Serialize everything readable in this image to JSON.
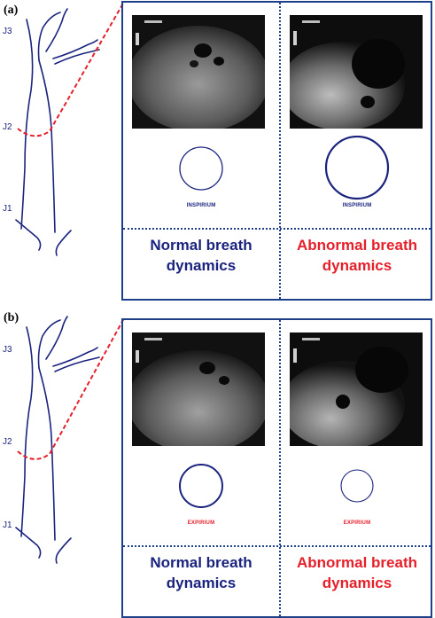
{
  "panels": [
    {
      "id": "a",
      "label": "(a)",
      "vein_labels": [
        "J3",
        "J2",
        "J1"
      ],
      "left_column": {
        "phase_label": "INSPIRIUM",
        "caption_line1": "Normal breath",
        "caption_line2": "dynamics"
      },
      "right_column": {
        "phase_label": "INSPIRIUM",
        "caption_line1": "Abnormal breath",
        "caption_line2": "dynamics"
      }
    },
    {
      "id": "b",
      "label": "(b)",
      "vein_labels": [
        "J3",
        "J2",
        "J1"
      ],
      "left_column": {
        "phase_label": "EXPIRIUM",
        "caption_line1": "Normal breath",
        "caption_line2": "dynamics"
      },
      "right_column": {
        "phase_label": "EXPIRIUM",
        "caption_line1": "Abnormal breath",
        "caption_line2": "dynamics"
      }
    }
  ],
  "colors": {
    "vein": "#1a237e",
    "frame": "#1e3f8a",
    "cross_section_dashed": "#e5202b",
    "normal_caption": "#1a237e",
    "abnormal_caption": "#e5202b",
    "inspirium_label": "#1a237e",
    "expirium_label": "#e5202b"
  }
}
